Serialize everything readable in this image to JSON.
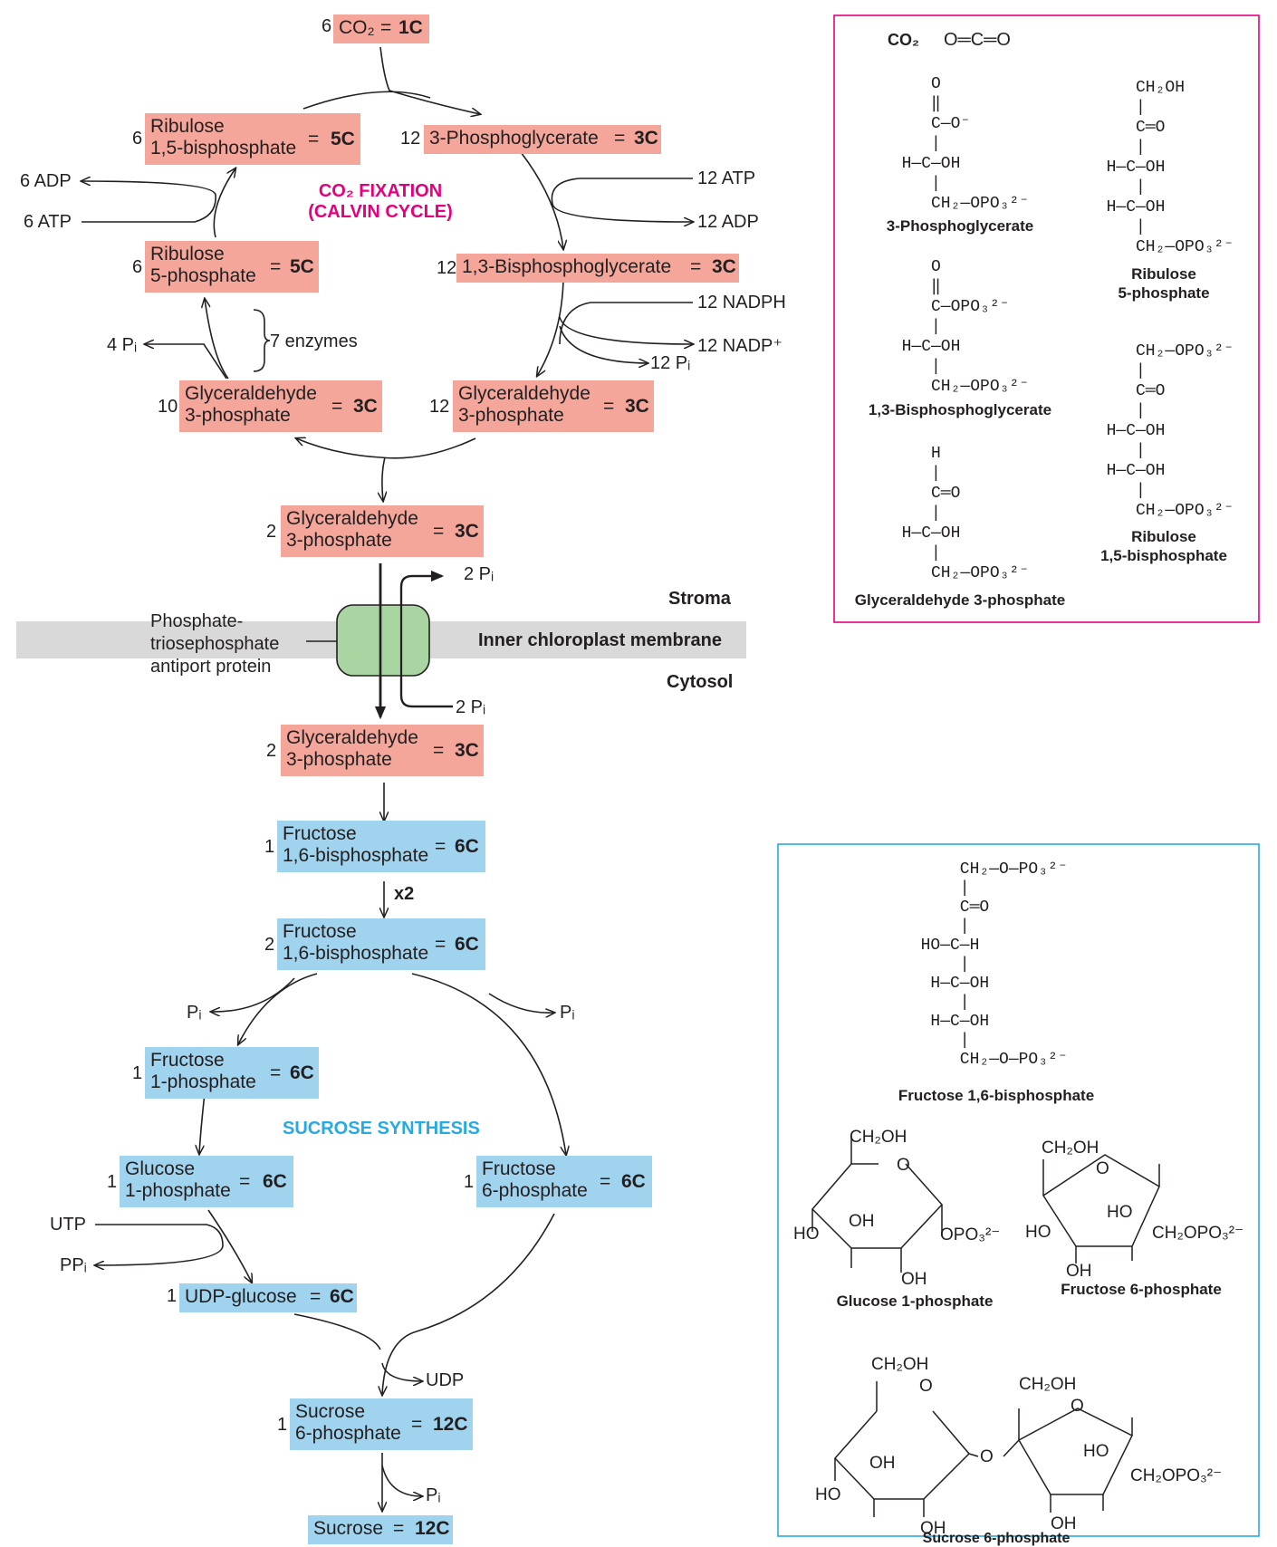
{
  "top": {
    "co2_coef": "6",
    "co2": "CO₂",
    "co2_c": "1C"
  },
  "calvin": {
    "title_line1": "CO₂ FIXATION",
    "title_line2": "(CALVIN CYCLE)",
    "ribulose_bp": {
      "coef": "6",
      "line1": "Ribulose",
      "line2": "1,5-bisphosphate",
      "c": "5C"
    },
    "pga": {
      "coef": "12",
      "name": "3-Phosphoglycerate",
      "c": "3C"
    },
    "bpg": {
      "coef": "12",
      "name": "1,3-Bisphosphoglycerate",
      "c": "3C"
    },
    "g3p_right": {
      "coef": "12",
      "line1": "Glyceraldehyde",
      "line2": "3-phosphate",
      "c": "3C"
    },
    "g3p_left": {
      "coef": "10",
      "line1": "Glyceraldehyde",
      "line2": "3-phosphate",
      "c": "3C"
    },
    "r5p": {
      "coef": "6",
      "line1": "Ribulose",
      "line2": "5-phosphate",
      "c": "5C"
    },
    "adp6": "6 ADP",
    "atp6": "6 ATP",
    "atp12": "12 ATP",
    "adp12": "12 ADP",
    "nadph": "12 NADPH",
    "nadp": "12 NADP⁺",
    "pi12": "12 Pᵢ",
    "pi4": "4 Pᵢ",
    "enzymes": "7 enzymes"
  },
  "transport": {
    "g3p_stroma": {
      "coef": "2",
      "line1": "Glyceraldehyde",
      "line2": "3-phosphate",
      "c": "3C"
    },
    "pi_top": "2 Pᵢ",
    "pi_bottom": "2 Pᵢ",
    "stroma": "Stroma",
    "membrane": "Inner chloroplast membrane",
    "cytosol": "Cytosol",
    "protein_line1": "Phosphate-",
    "protein_line2": "triosephosphate",
    "protein_line3": "antiport protein",
    "g3p_cytosol": {
      "coef": "2",
      "line1": "Glyceraldehyde",
      "line2": "3-phosphate",
      "c": "3C"
    }
  },
  "sucrose": {
    "title": "SUCROSE SYNTHESIS",
    "f16bp_1": {
      "coef": "1",
      "line1": "Fructose",
      "line2": "1,6-bisphosphate",
      "c": "6C"
    },
    "x2": "x2",
    "f16bp_2": {
      "coef": "2",
      "line1": "Fructose",
      "line2": "1,6-bisphosphate",
      "c": "6C"
    },
    "pi_left": "Pᵢ",
    "pi_right": "Pᵢ",
    "f1p": {
      "coef": "1",
      "line1": "Fructose",
      "line2": "1-phosphate",
      "c": "6C"
    },
    "g1p": {
      "coef": "1",
      "line1": "Glucose",
      "line2": "1-phosphate",
      "c": "6C"
    },
    "f6p": {
      "coef": "1",
      "line1": "Fructose",
      "line2": "6-phosphate",
      "c": "6C"
    },
    "utp": "UTP",
    "ppi": "PPᵢ",
    "udpg": {
      "coef": "1",
      "name": "UDP-glucose",
      "c": "6C"
    },
    "udp": "UDP",
    "s6p": {
      "coef": "1",
      "line1": "Sucrose",
      "line2": "6-phosphate",
      "c": "12C"
    },
    "pi_end": "Pᵢ",
    "sucrose": {
      "name": "Sucrose",
      "c": "12C"
    }
  },
  "struct_top": {
    "co2": "CO₂",
    "co2_formula": "O═C═O",
    "pga": "3-Phosphoglycerate",
    "bpg": "1,3-Bisphosphoglycerate",
    "g3p": "Glyceraldehyde 3-phosphate",
    "r5p_1": "Ribulose",
    "r5p_2": "5-phosphate",
    "rbp_1": "Ribulose",
    "rbp_2": "1,5-bisphosphate"
  },
  "struct_bottom": {
    "f16bp": "Fructose 1,6-bisphosphate",
    "g1p": "Glucose 1-phosphate",
    "f6p": "Fructose 6-phosphate",
    "s6p": "Sucrose 6-phosphate"
  },
  "colors": {
    "pink": "#f4a69a",
    "blue": "#9fd3ee",
    "magenta": "#e4007c",
    "cyan": "#27aae1",
    "membrane": "#d9d9d9",
    "protein": "#a8d5a2"
  }
}
